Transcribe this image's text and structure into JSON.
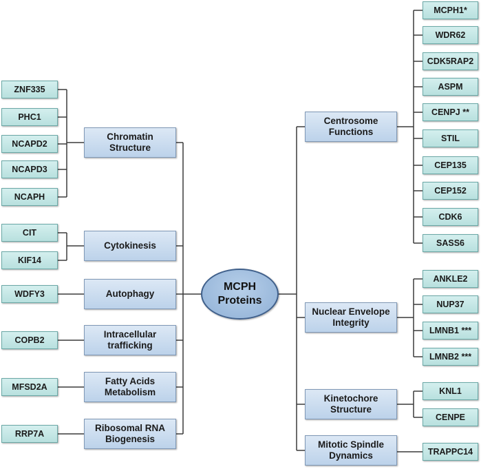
{
  "root": {
    "label": "MCPH\nProteins"
  },
  "left_groups": [
    {
      "label": "Chromatin\nStructure",
      "genes": [
        "ZNF335",
        "PHC1",
        "NCAPD2",
        "NCAPD3",
        "NCAPH"
      ]
    },
    {
      "label": "Cytokinesis",
      "genes": [
        "CIT",
        "KIF14"
      ]
    },
    {
      "label": "Autophagy",
      "genes": [
        "WDFY3"
      ]
    },
    {
      "label": "Intracellular\ntrafficking",
      "genes": [
        "COPB2"
      ]
    },
    {
      "label": "Fatty Acids\nMetabolism",
      "genes": [
        "MFSD2A"
      ]
    },
    {
      "label": "Ribosomal RNA\nBiogenesis",
      "genes": [
        "RRP7A"
      ]
    }
  ],
  "right_groups": [
    {
      "label": "Centrosome\nFunctions",
      "genes": [
        "MCPH1*",
        "WDR62",
        "CDK5RAP2",
        "ASPM",
        "CENPJ **",
        "STIL",
        "CEP135",
        "CEP152",
        "CDK6",
        "SASS6"
      ]
    },
    {
      "label": "Nuclear Envelope\nIntegrity",
      "genes": [
        "ANKLE2",
        "NUP37",
        "LMNB1 ***",
        "LMNB2 ***"
      ]
    },
    {
      "label": "Kinetochore\nStructure",
      "genes": [
        "KNL1",
        "CENPE"
      ]
    },
    {
      "label": "Mitotic Spindle\nDynamics",
      "genes": [
        "TRAPPC14"
      ]
    }
  ],
  "colors": {
    "line": "#3a3a3a",
    "leaf_fill": "#c6e7e6",
    "category_fill": "#c9dbef",
    "root_fill": "#a4c0e0"
  }
}
